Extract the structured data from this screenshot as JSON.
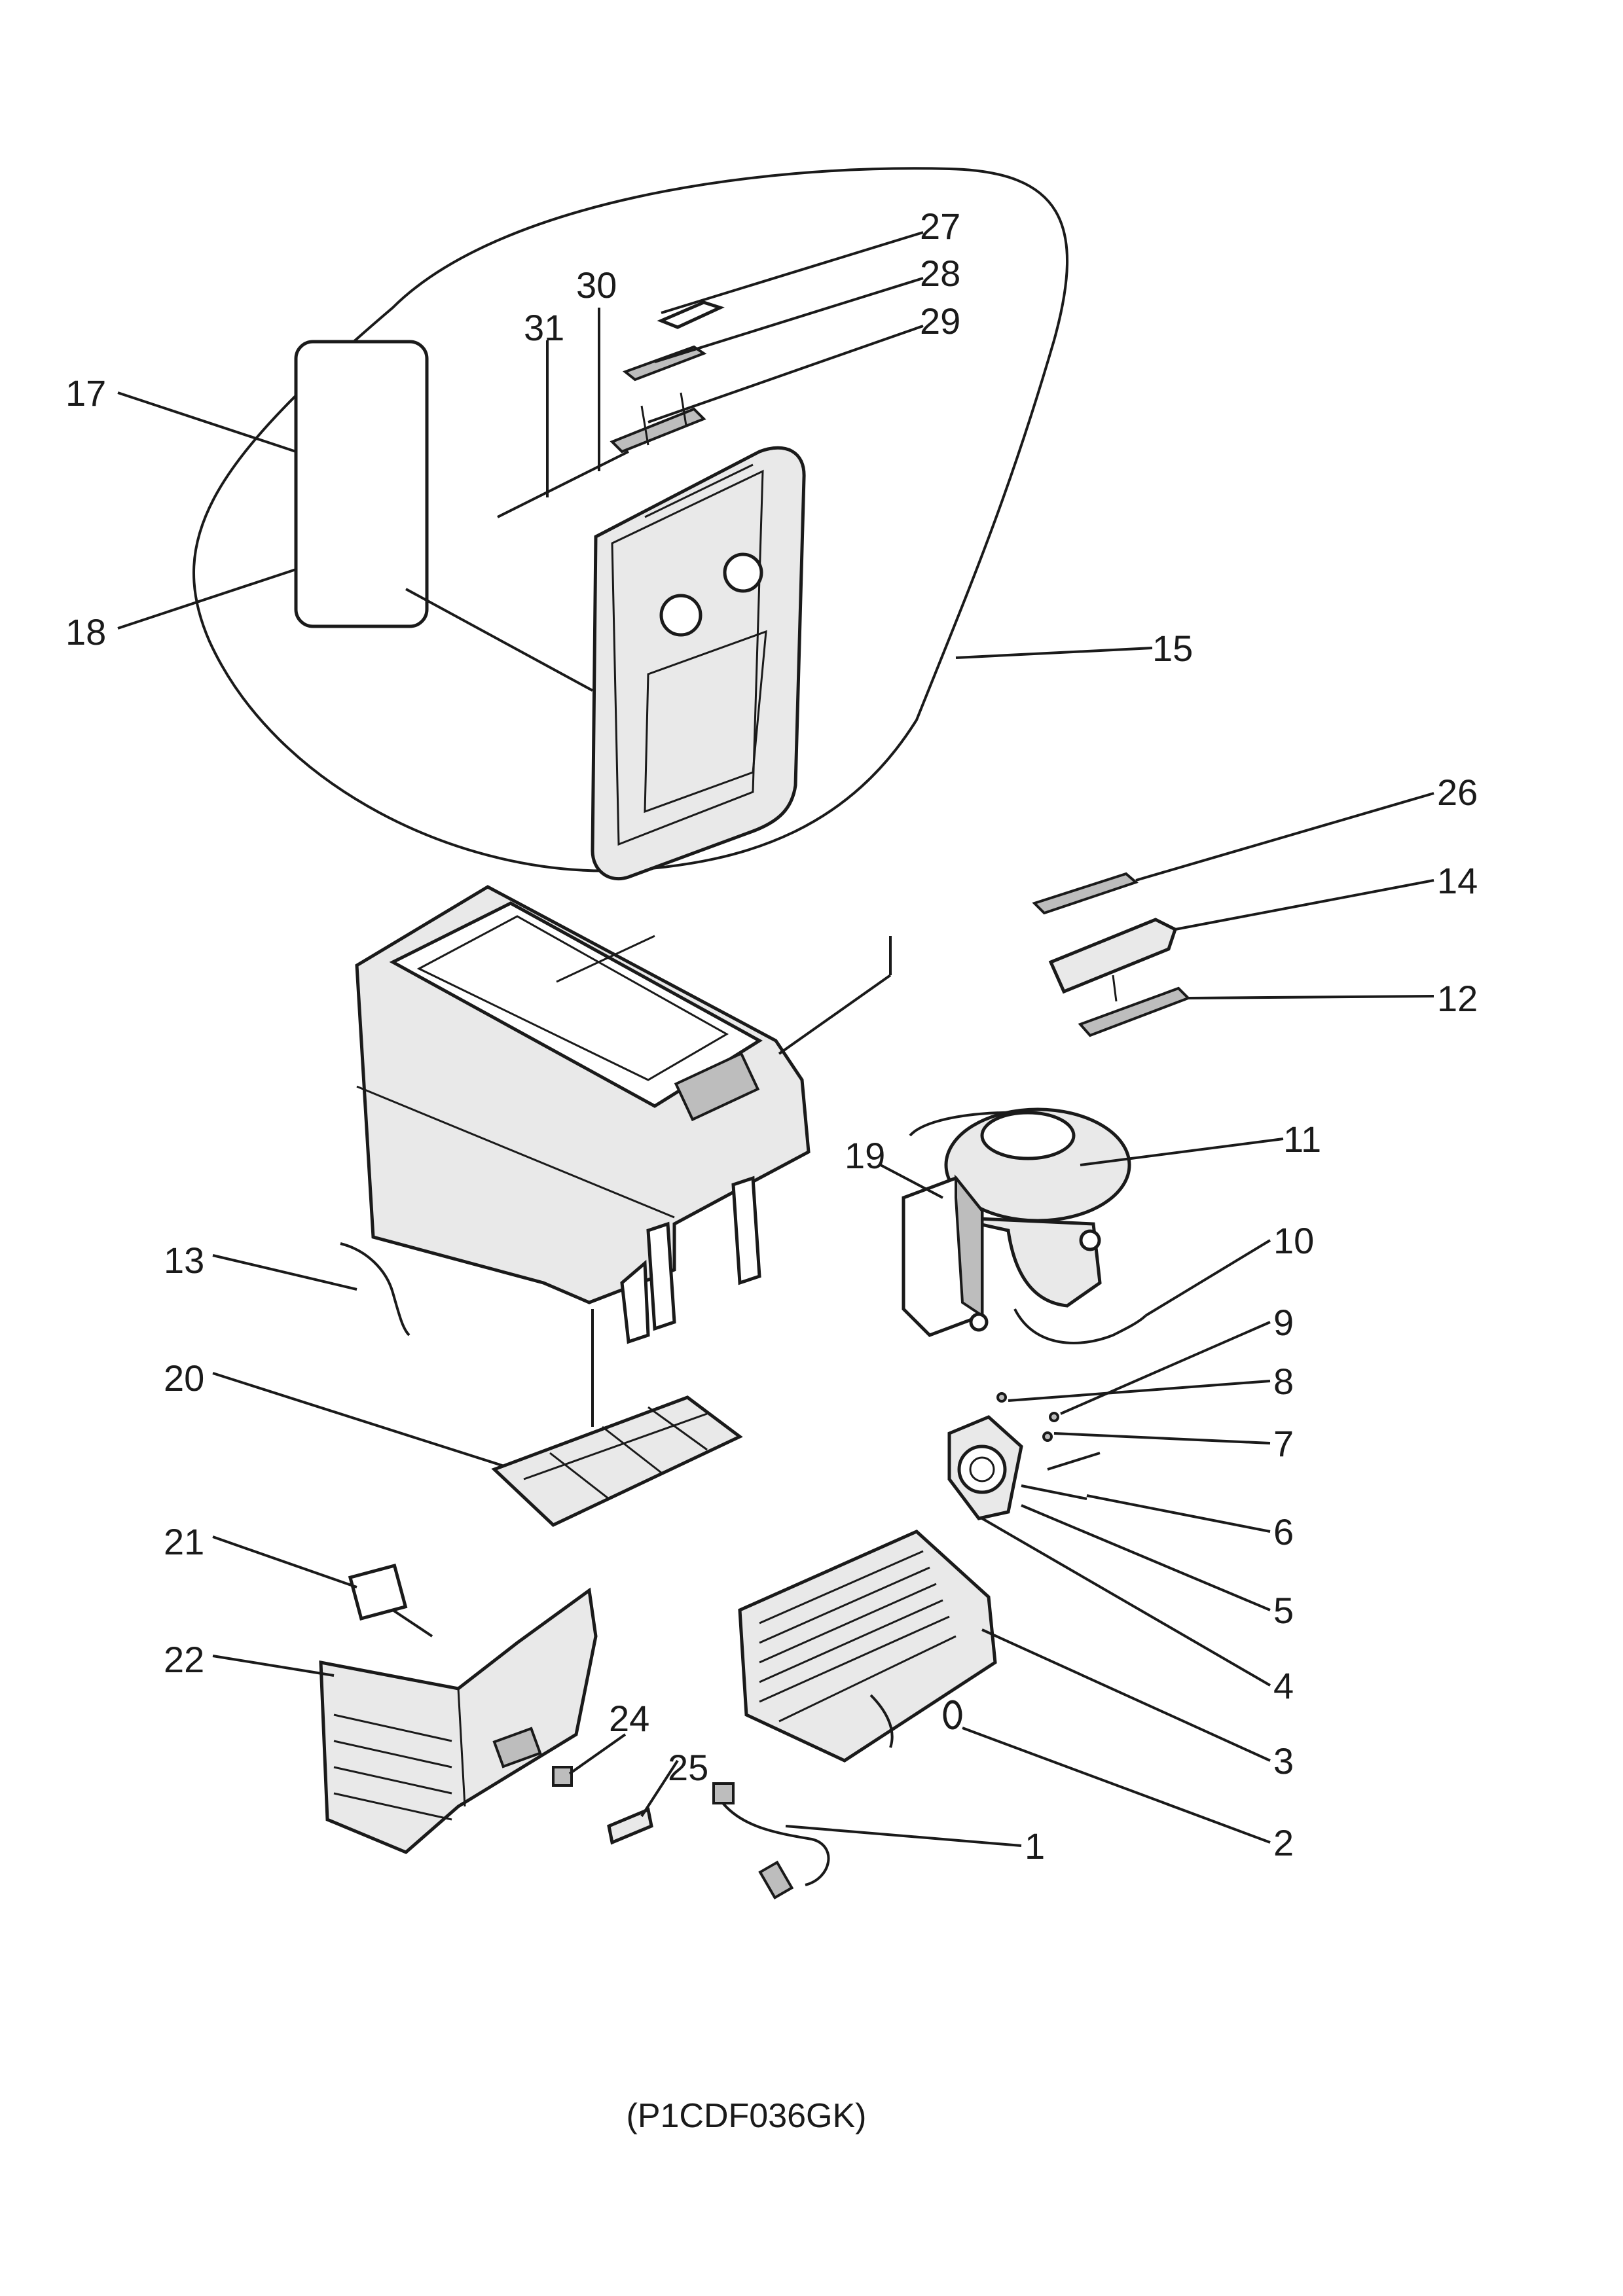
{
  "labels": {
    "l1": "1",
    "l2": "2",
    "l3": "3",
    "l4": "4",
    "l5": "5",
    "l6": "6",
    "l7": "7",
    "l8": "8",
    "l9": "9",
    "l10": "10",
    "l11": "11",
    "l12": "12",
    "l13": "13",
    "l14": "14",
    "l15": "15",
    "l17": "17",
    "l18": "18",
    "l19": "19",
    "l20": "20",
    "l21": "21",
    "l22": "22",
    "l24": "24",
    "l25": "25",
    "l26": "26",
    "l27": "27",
    "l28": "28",
    "l29": "29",
    "l30": "30",
    "l31": "31"
  },
  "caption": "(P1CDF036GK)"
}
